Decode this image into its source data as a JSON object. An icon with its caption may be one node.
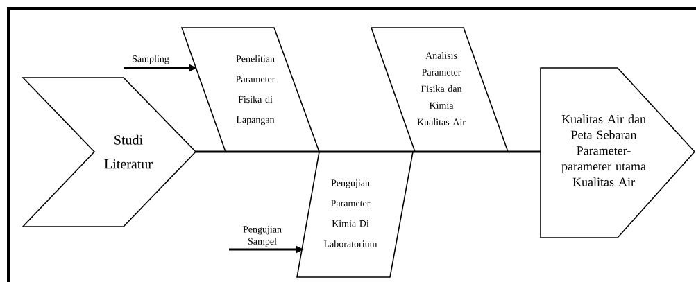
{
  "diagram": {
    "nodes": [
      {
        "text": [
          "Studi Literatur"
        ]
      },
      {
        "text": [
          "Penelitian Parameter Fisika di Lapangan"
        ]
      },
      {
        "text": [
          "Pengujian Parameter Kimia Di Laboratorium"
        ]
      },
      {
        "text": [
          "Analisis Parameter Fisika dan Kimia Kualitas Air"
        ]
      },
      {
        "text": [
          "Kualitas Air dan Peta Sebaran Parameter-parameter utama Kualitas Air"
        ]
      },
      {
        "text": [
          "Sampling"
        ]
      },
      {
        "text": [
          "Pengujian Sampel"
        ]
      }
    ],
    "edges": [
      {
        "from": 5,
        "to": 1,
        "arrow": "to"
      },
      {
        "from": 6,
        "to": 2,
        "arrow": "to"
      },
      {
        "from": 0,
        "to": 4,
        "arrow": "none"
      }
    ]
  }
}
